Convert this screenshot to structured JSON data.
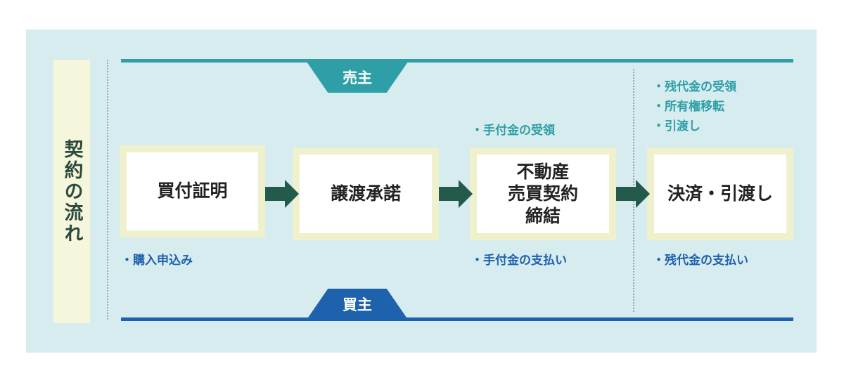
{
  "title": "契約の流れ",
  "seller_label": "売主",
  "buyer_label": "買主",
  "steps": [
    {
      "label": "買付証明"
    },
    {
      "label": "譲渡承諾"
    },
    {
      "label": "不動産\n売買契約\n締結"
    },
    {
      "label": "決済・引渡し"
    }
  ],
  "seller_notes": {
    "step3": [
      "手付金の受領"
    ],
    "step4": [
      "残代金の受領",
      "所有権移転",
      "引渡し"
    ]
  },
  "buyer_notes": {
    "step1": [
      "購入申込み"
    ],
    "step3": [
      "手付金の支払い"
    ],
    "step4": [
      "残代金の支払い"
    ]
  },
  "colors": {
    "panel_bg": "#d7ecef",
    "seller": "#2e9fa6",
    "buyer": "#1e61ad",
    "arrow": "#245a4c",
    "box_border": "#eef1cc",
    "label_bg": "#f5f6dc"
  }
}
